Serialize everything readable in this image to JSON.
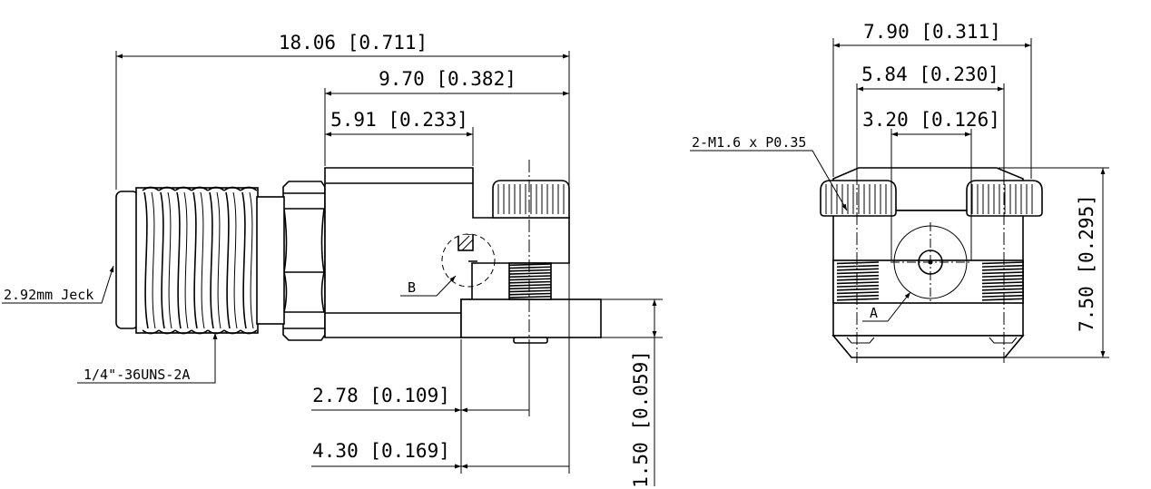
{
  "dims": {
    "overall_length": "18.06 [0.711]",
    "body_length": "9.70 [0.382]",
    "block_length": "5.91 [0.233]",
    "pin_offset": "2.78 [0.109]",
    "pad_length": "4.30 [0.169]",
    "pad_height": "1.50 [0.059]",
    "front_width": "7.90 [0.311]",
    "screw_spacing": "5.84 [0.230]",
    "inner_spacing": "3.20 [0.126]",
    "front_height": "7.50 [0.295]"
  },
  "labels": {
    "jack": "2.92mm Jeck",
    "thread": "1/4\"-36UNS-2A",
    "screw": "2-M1.6 x P0.35",
    "detail_b": "B",
    "detail_a": "A"
  }
}
